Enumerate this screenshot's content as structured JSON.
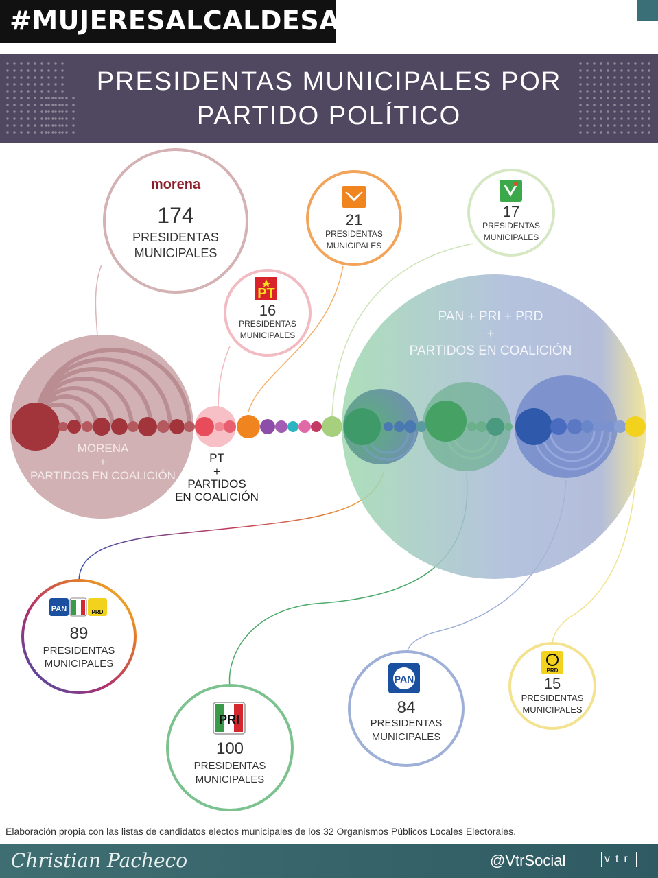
{
  "hashtag": "#MUJERESALCALDESAS",
  "title_line1": "PRESIDENTAS MUNICIPALES POR",
  "title_line2": "PARTIDO POLÍTICO",
  "morena": {
    "logo": "morena",
    "value": "174",
    "line1": "PRESIDENTAS",
    "line2": "MUNICIPALES"
  },
  "pt": {
    "logo": "PT",
    "value": "16",
    "line1": "PRESIDENTAS",
    "line2": "MUNICIPALES"
  },
  "mc": {
    "value": "21",
    "line1": "PRESIDENTAS",
    "line2": "MUNICIPALES"
  },
  "verde": {
    "logo": "VERDE",
    "value": "17",
    "line1": "PRESIDENTAS",
    "line2": "MUNICIPALES"
  },
  "coalition_morena": {
    "line1": "MORENA",
    "line2": "+",
    "line3": "PARTIDOS EN COALICIÓN"
  },
  "coalition_pt": {
    "line1": "PT",
    "line2": "+",
    "line3": "PARTIDOS",
    "line4": "EN COALICIÓN"
  },
  "coalition_pan": {
    "line1": "PAN + PRI + PRD",
    "line2": "+",
    "line3": "PARTIDOS EN COALICIÓN"
  },
  "pan_pri_prd": {
    "value": "89",
    "line1": "PRESIDENTAS",
    "line2": "MUNICIPALES",
    "logos": [
      "PAN",
      "PRI",
      "PRD"
    ]
  },
  "pri": {
    "logo": "PRI",
    "value": "100",
    "line1": "PRESIDENTAS",
    "line2": "MUNICIPALES"
  },
  "pan": {
    "logo": "PAN",
    "value": "84",
    "line1": "PRESIDENTAS",
    "line2": "MUNICIPALES"
  },
  "prd": {
    "logo": "PRD",
    "value": "15",
    "line1": "PRESIDENTAS",
    "line2": "MUNICIPALES"
  },
  "footnote": "Elaboración propia con las listas de candidatos electos municipales de los 32 Organismos Públicos Locales Electorales.",
  "signature": "Christian Pacheco",
  "handle": "@VtrSocial",
  "brand": "vtr",
  "colors": {
    "morena": "#a2343b",
    "pt": "#e84c5a",
    "mc": "#f0841e",
    "verde": "#9fcf7a",
    "pri": "#45a264",
    "pan": "#2f5aab",
    "prd": "#f2d21d",
    "banner": "#4f4860"
  }
}
